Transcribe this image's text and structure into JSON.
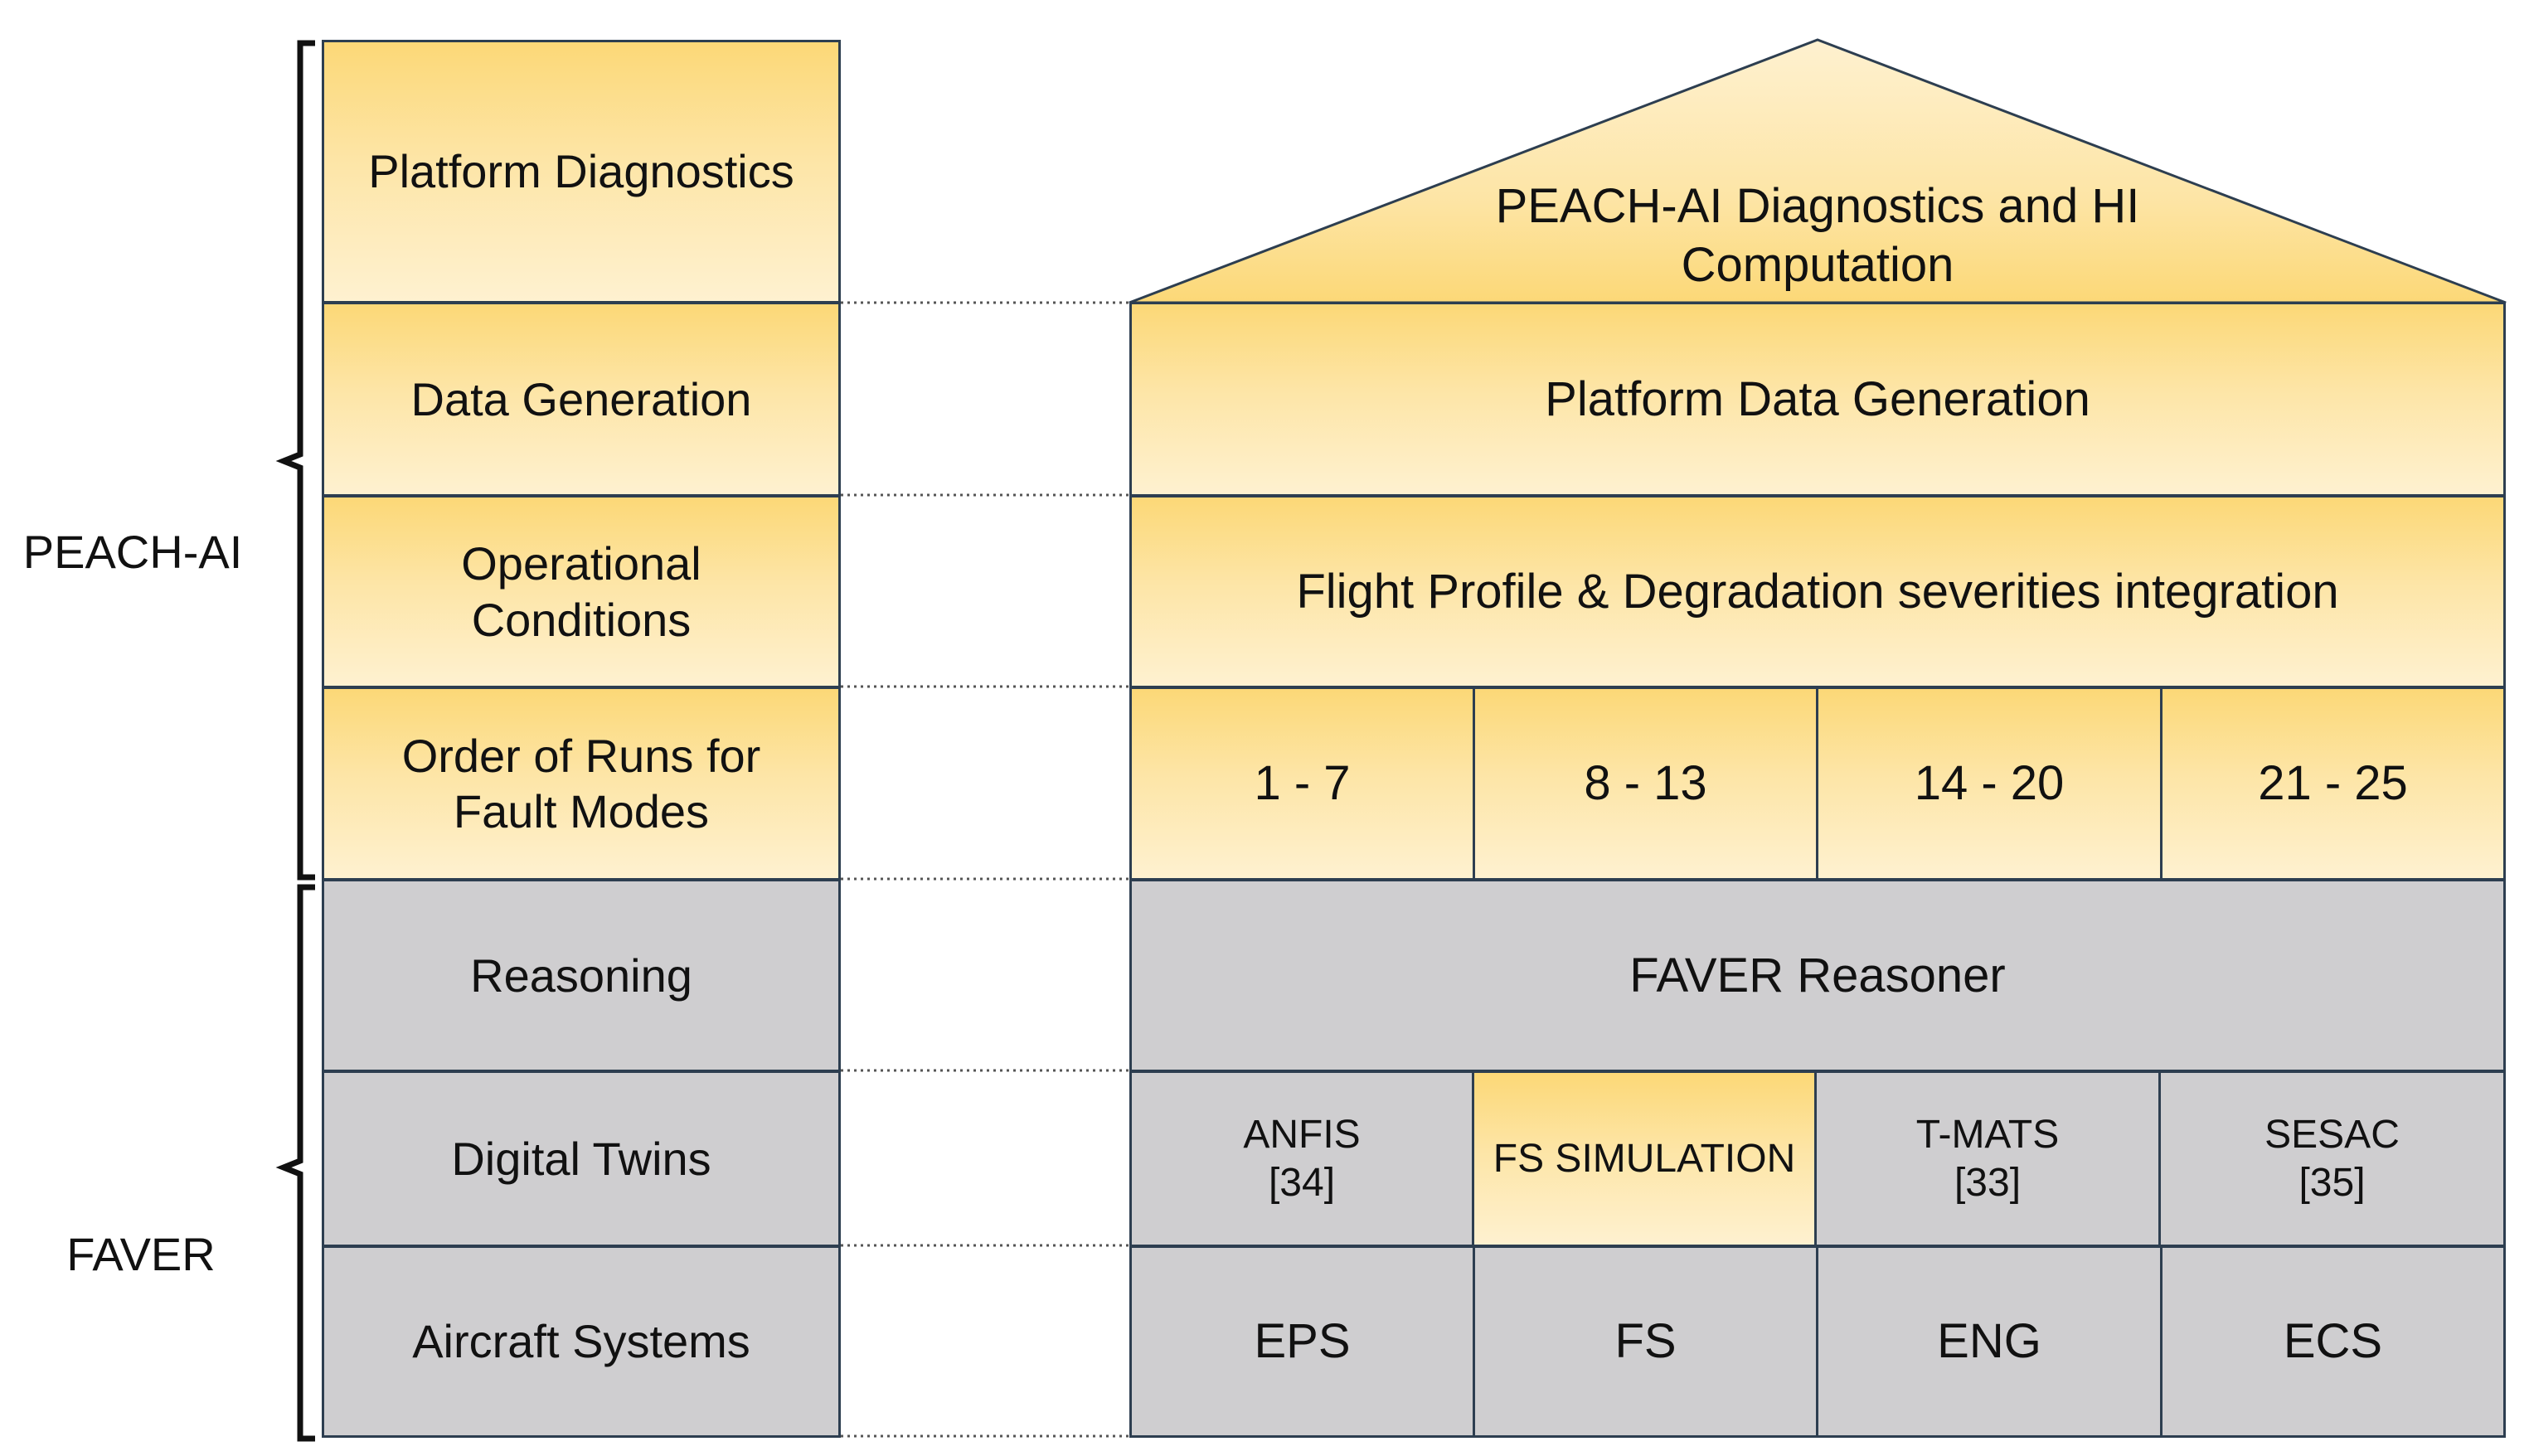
{
  "groups": {
    "peach": "PEACH-AI",
    "faver": "FAVER"
  },
  "left_column": {
    "platform_diagnostics": "Platform Diagnostics",
    "data_generation": "Data Generation",
    "operational_conditions": "Operational Conditions",
    "order_of_runs": "Order of Runs for Fault Modes",
    "reasoning": "Reasoning",
    "digital_twins": "Digital Twins",
    "aircraft_systems": "Aircraft Systems"
  },
  "house": {
    "roof": "PEACH-AI Diagnostics and HI Computation",
    "platform_data_generation": "Platform Data Generation",
    "flight_profile": "Flight Profile & Degradation severities integration",
    "runs": [
      "1 - 7",
      "8 - 13",
      "14 - 20",
      "21 - 25"
    ],
    "reasoner": "FAVER Reasoner",
    "twins": [
      {
        "name": "ANFIS",
        "ref": "[34]"
      },
      {
        "name": "FS SIMULATION",
        "ref": ""
      },
      {
        "name": "T-MATS",
        "ref": "[33]"
      },
      {
        "name": "SESAC",
        "ref": "[35]"
      }
    ],
    "systems": [
      "EPS",
      "FS",
      "ENG",
      "ECS"
    ]
  },
  "colors": {
    "yellow_top": "#fcd877",
    "yellow_bottom": "#fef1d0",
    "gray": "#cfced0",
    "border": "#2d3e50"
  }
}
